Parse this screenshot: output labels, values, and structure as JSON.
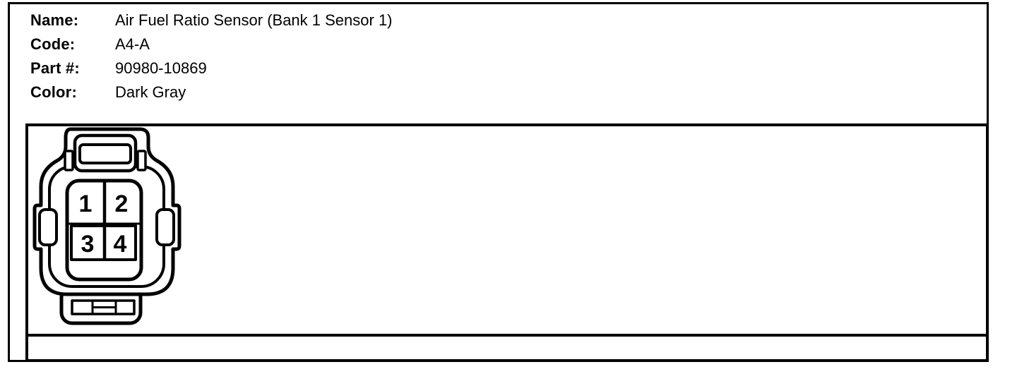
{
  "header": {
    "fields": [
      {
        "label": "Name:",
        "value": "Air Fuel Ratio Sensor (Bank 1 Sensor 1)"
      },
      {
        "label": "Code:",
        "value": "A4-A"
      },
      {
        "label": "Part #:",
        "value": "90980-10869"
      },
      {
        "label": "Color:",
        "value": "Dark Gray"
      }
    ]
  },
  "connector": {
    "description": "4-pin connector face view",
    "pins": [
      "1",
      "2",
      "3",
      "4"
    ]
  },
  "colors": {
    "ink": "#000000",
    "paper": "#ffffff"
  }
}
